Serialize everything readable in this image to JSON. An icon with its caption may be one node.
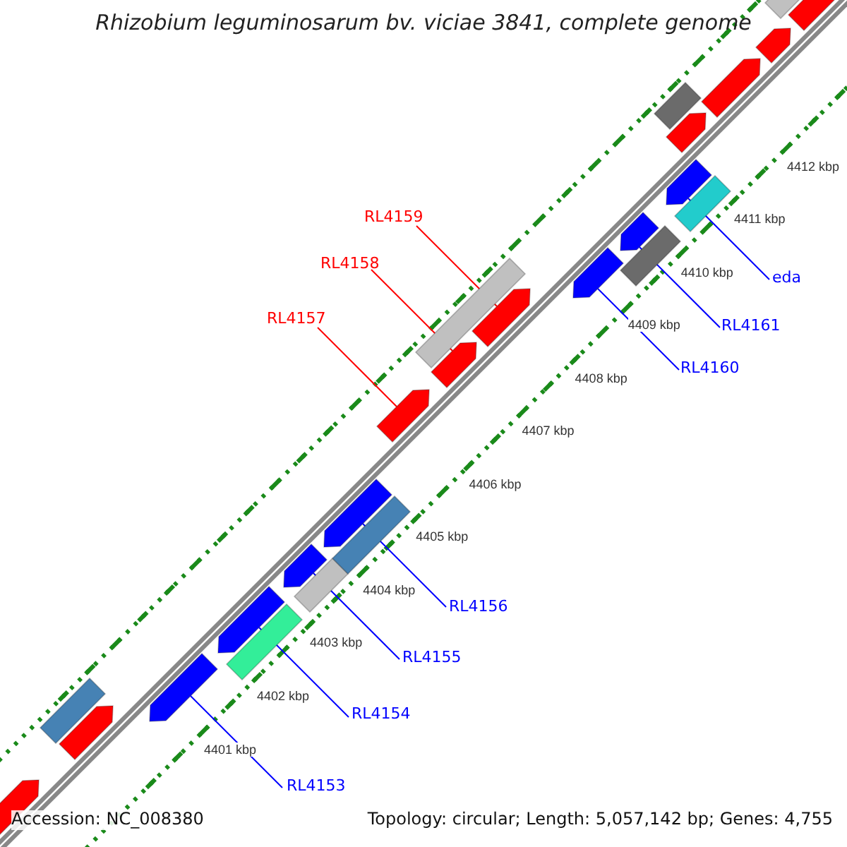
{
  "diagram": {
    "title": "Rhizobium leguminosarum bv. viciae 3841, complete genome",
    "nodes": [
      {
        "text": [
          "RL4159"
        ]
      },
      {
        "text": [
          "RL4158"
        ]
      },
      {
        "text": [
          "RL4157"
        ]
      },
      {
        "text": [
          "eda"
        ]
      },
      {
        "text": [
          "RL4161"
        ]
      },
      {
        "text": [
          "RL4160"
        ]
      },
      {
        "text": [
          "RL4156"
        ]
      },
      {
        "text": [
          "RL4155"
        ]
      },
      {
        "text": [
          "RL4154"
        ]
      },
      {
        "text": [
          "RL4153"
        ]
      },
      {
        "text": [],
        "shape": "arrow"
      },
      {
        "text": [],
        "shape": "arrow"
      },
      {
        "text": [],
        "shape": "arrow"
      },
      {
        "text": [],
        "shape": "arrow"
      },
      {
        "text": [],
        "shape": "arrow"
      },
      {
        "text": [],
        "shape": "arrow"
      },
      {
        "text": [],
        "shape": "arrow"
      },
      {
        "text": [],
        "shape": "arrow"
      },
      {
        "text": [],
        "shape": "arrow"
      },
      {
        "text": [],
        "shape": "arrow"
      },
      {
        "text": [],
        "shape": "arrow"
      },
      {
        "text": [],
        "shape": "arrow"
      },
      {
        "text": [],
        "shape": "arrow"
      },
      {
        "text": [],
        "shape": "arrow"
      },
      {
        "text": [],
        "shape": "arrow"
      },
      {
        "text": [],
        "shape": "arrow"
      },
      {
        "text": [],
        "shape": "bar"
      },
      {
        "text": [],
        "shape": "bar"
      },
      {
        "text": [],
        "shape": "bar"
      },
      {
        "text": [],
        "shape": "bar"
      },
      {
        "text": [],
        "shape": "bar"
      },
      {
        "text": [],
        "shape": "bar"
      },
      {
        "text": [],
        "shape": "bar"
      },
      {
        "text": [],
        "shape": "bar"
      },
      {
        "text": [],
        "shape": "bar"
      }
    ],
    "edges": [
      {
        "from": 0,
        "to": 10,
        "arrow": "none",
        "color": "#ff0000"
      },
      {
        "from": 1,
        "to": 11,
        "arrow": "none",
        "color": "#ff0000"
      },
      {
        "from": 2,
        "to": 12,
        "arrow": "none",
        "color": "#ff0000"
      },
      {
        "from": 3,
        "to": 13,
        "arrow": "none"
      },
      {
        "from": 4,
        "to": 14,
        "arrow": "none"
      },
      {
        "from": 5,
        "to": 15,
        "arrow": "none"
      },
      {
        "from": 6,
        "to": 16,
        "arrow": "none"
      },
      {
        "from": 7,
        "to": 17,
        "arrow": "none"
      },
      {
        "from": 8,
        "to": 18,
        "arrow": "none"
      },
      {
        "from": 9,
        "to": 19,
        "arrow": "none"
      }
    ],
    "labels": [
      "4412 kbp",
      "4411 kbp",
      "4410 kbp",
      "4409 kbp",
      "4408 kbp",
      "4407 kbp",
      "4406 kbp",
      "4405 kbp",
      "4404 kbp",
      "4403 kbp",
      "4402 kbp",
      "4401 kbp",
      "Accession: NC_008380",
      "Topology: circular; Length: 5,057,142 bp; Genes: 4,755"
    ]
  }
}
